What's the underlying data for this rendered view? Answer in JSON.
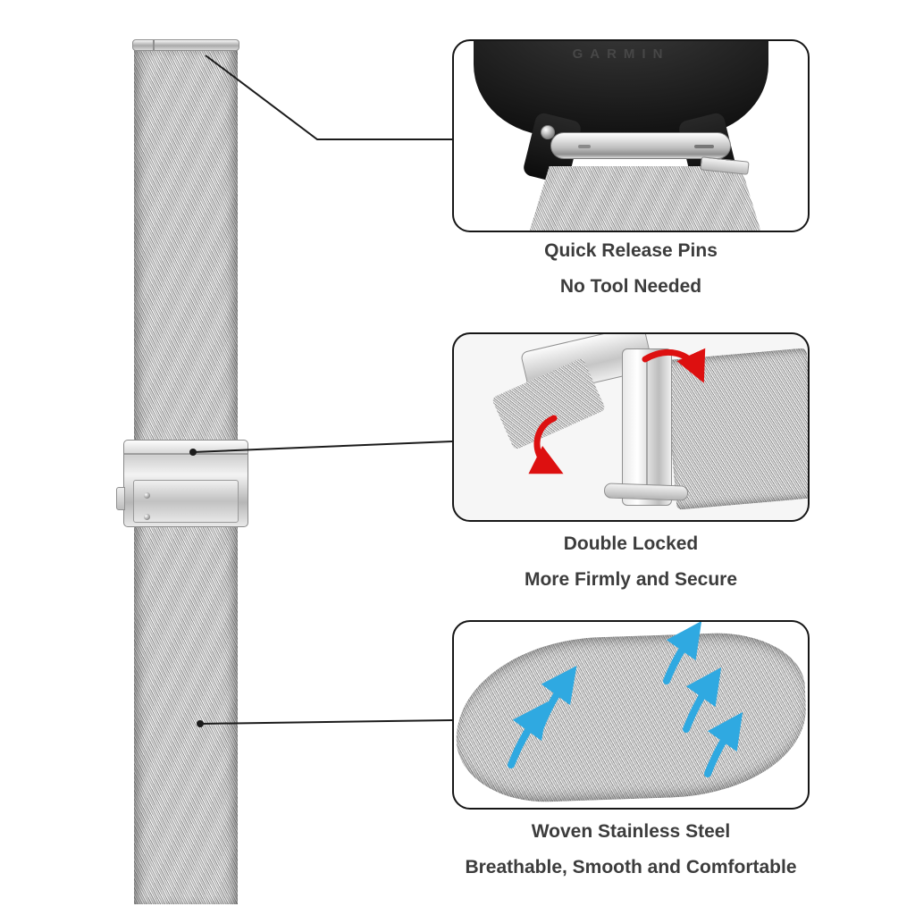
{
  "colors": {
    "background": "#ffffff",
    "line": "#1b1b1b",
    "text": "#3c3c3c",
    "accent_red": "#dd1010",
    "accent_blue": "#2fa9e1"
  },
  "watch": {
    "brand": "GARMIN"
  },
  "callouts": [
    {
      "title": "Quick Release Pins",
      "subtitle": "No Tool Needed"
    },
    {
      "title": "Double Locked",
      "subtitle": "More Firmly and Secure"
    },
    {
      "title": "Woven Stainless Steel",
      "subtitle": "Breathable, Smooth and Comfortable"
    }
  ]
}
